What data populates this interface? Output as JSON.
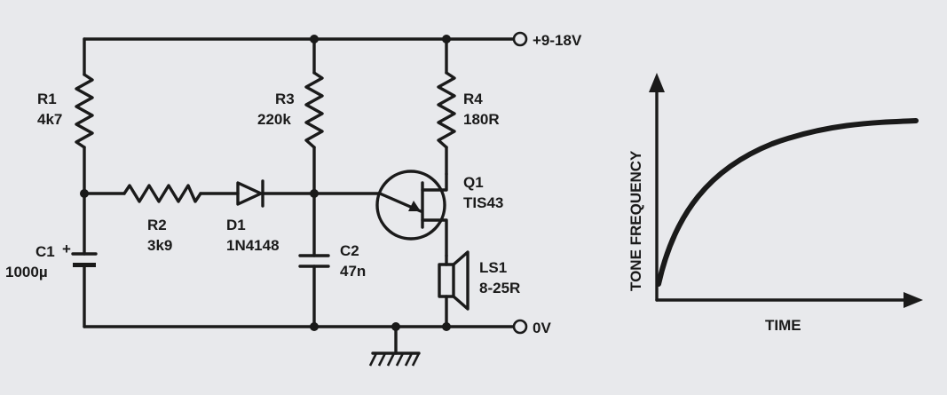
{
  "terminals": {
    "supply": "+9-18V",
    "ground": "0V"
  },
  "components": {
    "r1": {
      "ref": "R1",
      "value": "4k7"
    },
    "r2": {
      "ref": "R2",
      "value": "3k9"
    },
    "r3": {
      "ref": "R3",
      "value": "220k"
    },
    "r4": {
      "ref": "R4",
      "value": "180R"
    },
    "d1": {
      "ref": "D1",
      "value": "1N4148"
    },
    "c1": {
      "ref": "C1",
      "value": "1000µ",
      "polarity": "+"
    },
    "c2": {
      "ref": "C2",
      "value": "47n"
    },
    "q1": {
      "ref": "Q1",
      "value": "TIS43"
    },
    "ls1": {
      "ref": "LS1",
      "value": "8-25R"
    }
  },
  "graph": {
    "ylabel": "TONE FREQUENCY",
    "xlabel": "TIME"
  },
  "colors": {
    "ink": "#1a1a1a",
    "paper": "#e8e9ec"
  }
}
